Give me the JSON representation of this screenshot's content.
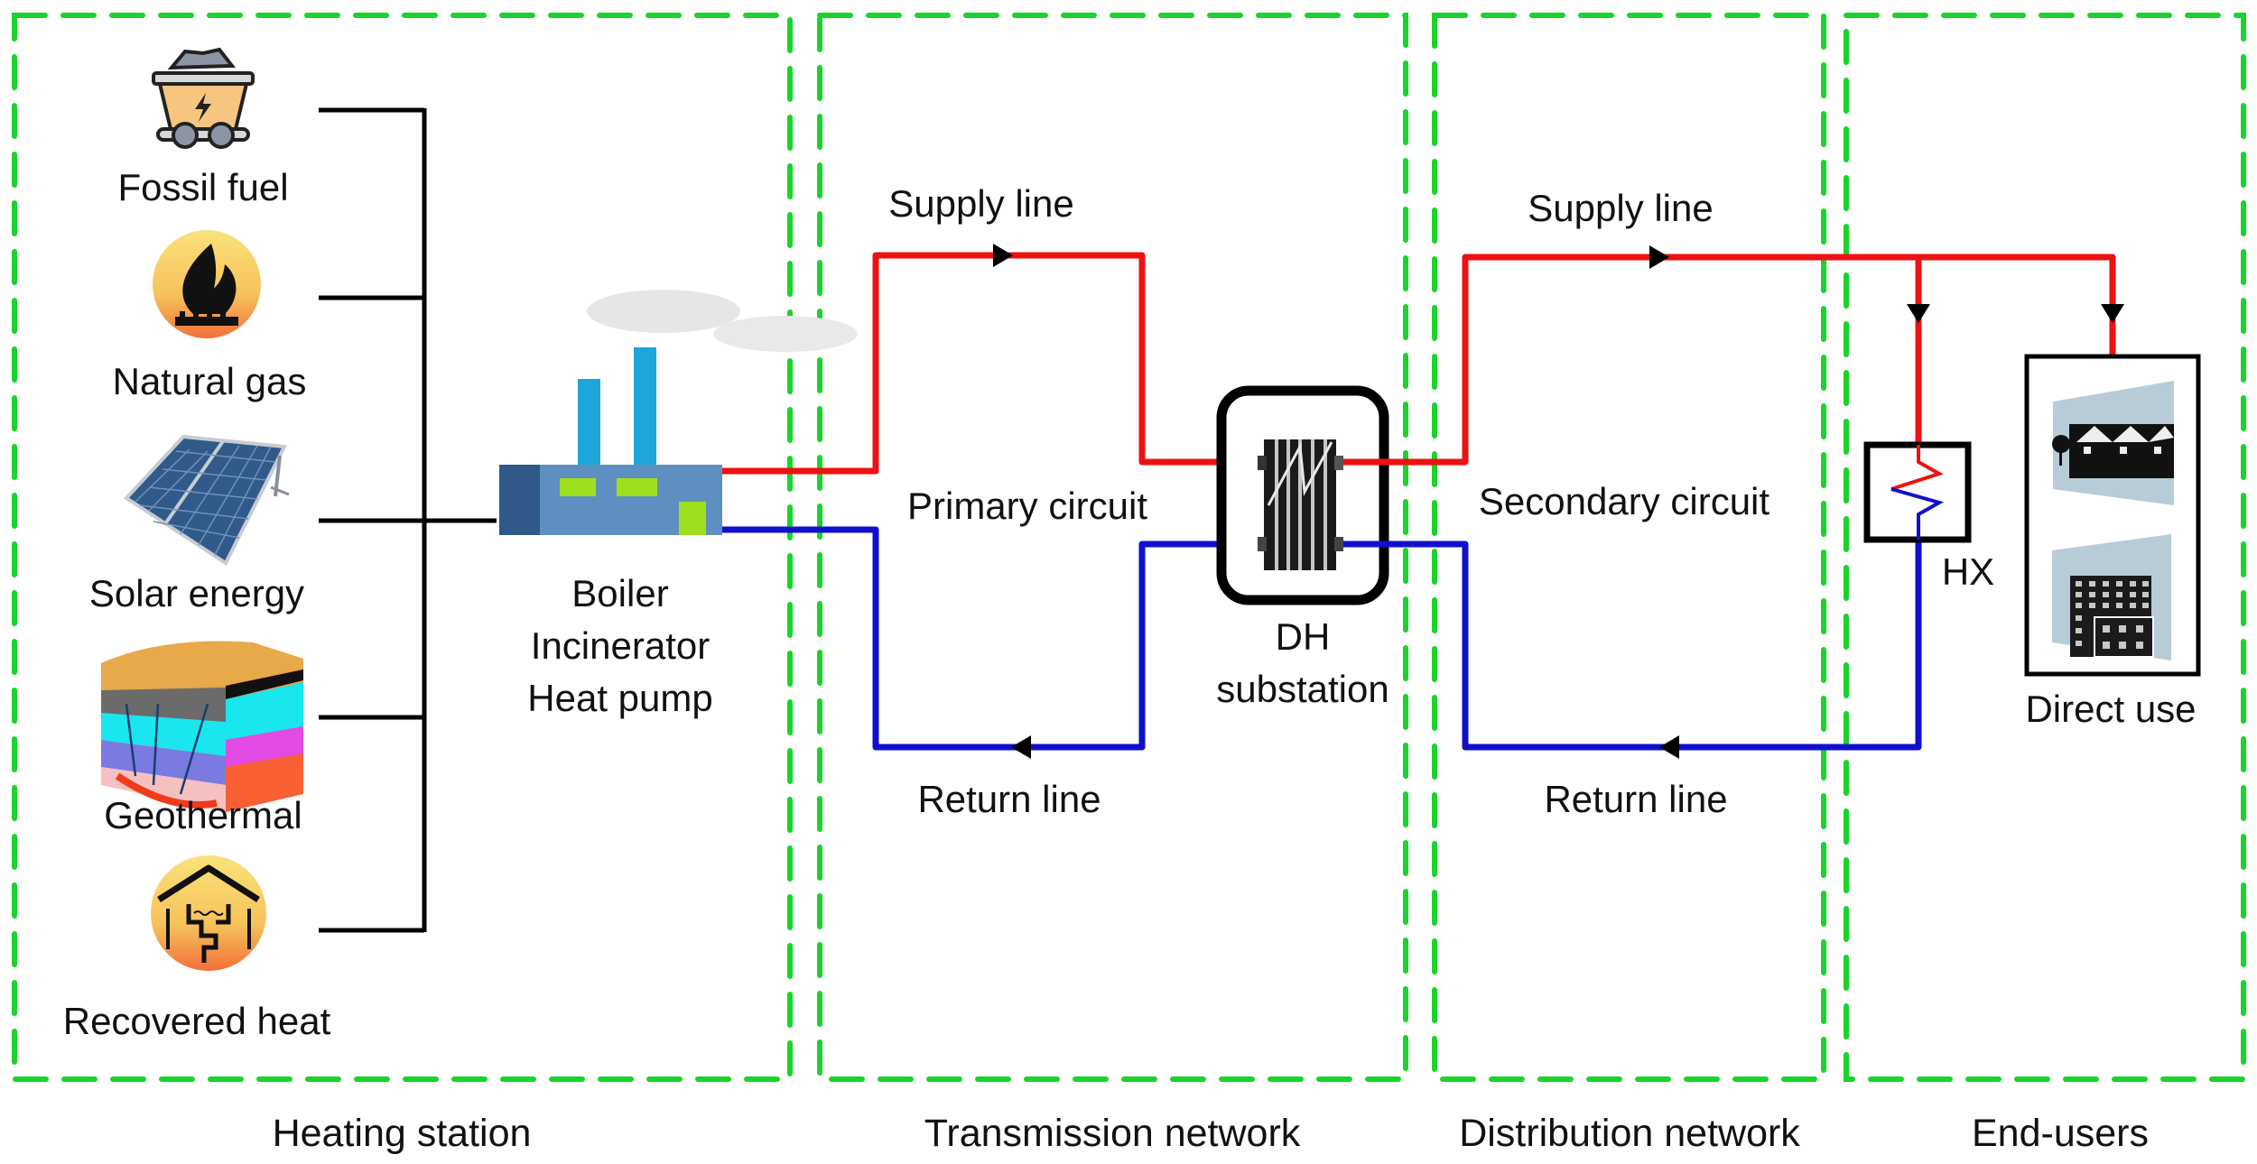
{
  "zones": [
    {
      "id": "heating-station",
      "label": "Heating station"
    },
    {
      "id": "transmission-network",
      "label": "Transmission network"
    },
    {
      "id": "distribution-network",
      "label": "Distribution network"
    },
    {
      "id": "end-users",
      "label": "End-users"
    }
  ],
  "sources": [
    {
      "label": "Fossil fuel",
      "icon": "coal-cart-icon"
    },
    {
      "label": "Natural gas",
      "icon": "gas-flame-icon"
    },
    {
      "label": "Solar energy",
      "icon": "solar-panel-icon"
    },
    {
      "label": "Geothermal",
      "icon": "geothermal-layers-icon"
    },
    {
      "label": "Recovered heat",
      "icon": "recovered-heat-house-icon"
    }
  ],
  "plant": {
    "icon": "factory-icon",
    "lines": [
      "Boiler",
      "Incinerator",
      "Heat pump"
    ]
  },
  "transmission": {
    "supply_label": "Supply line",
    "circuit_label": "Primary circuit",
    "return_label": "Return line"
  },
  "substation": {
    "icon": "plate-heat-exchanger-icon",
    "lines": [
      "DH",
      "substation"
    ]
  },
  "distribution": {
    "supply_label": "Supply line",
    "circuit_label": "Secondary circuit",
    "return_label": "Return line"
  },
  "end_users": {
    "hx_label": "HX",
    "direct_use_label": "Direct use",
    "icons": [
      "terraced-houses-icon",
      "apartment-building-icon"
    ]
  },
  "colors": {
    "supply": "#ee1111",
    "return": "#1010cc",
    "zone_border": "#19d42a"
  }
}
